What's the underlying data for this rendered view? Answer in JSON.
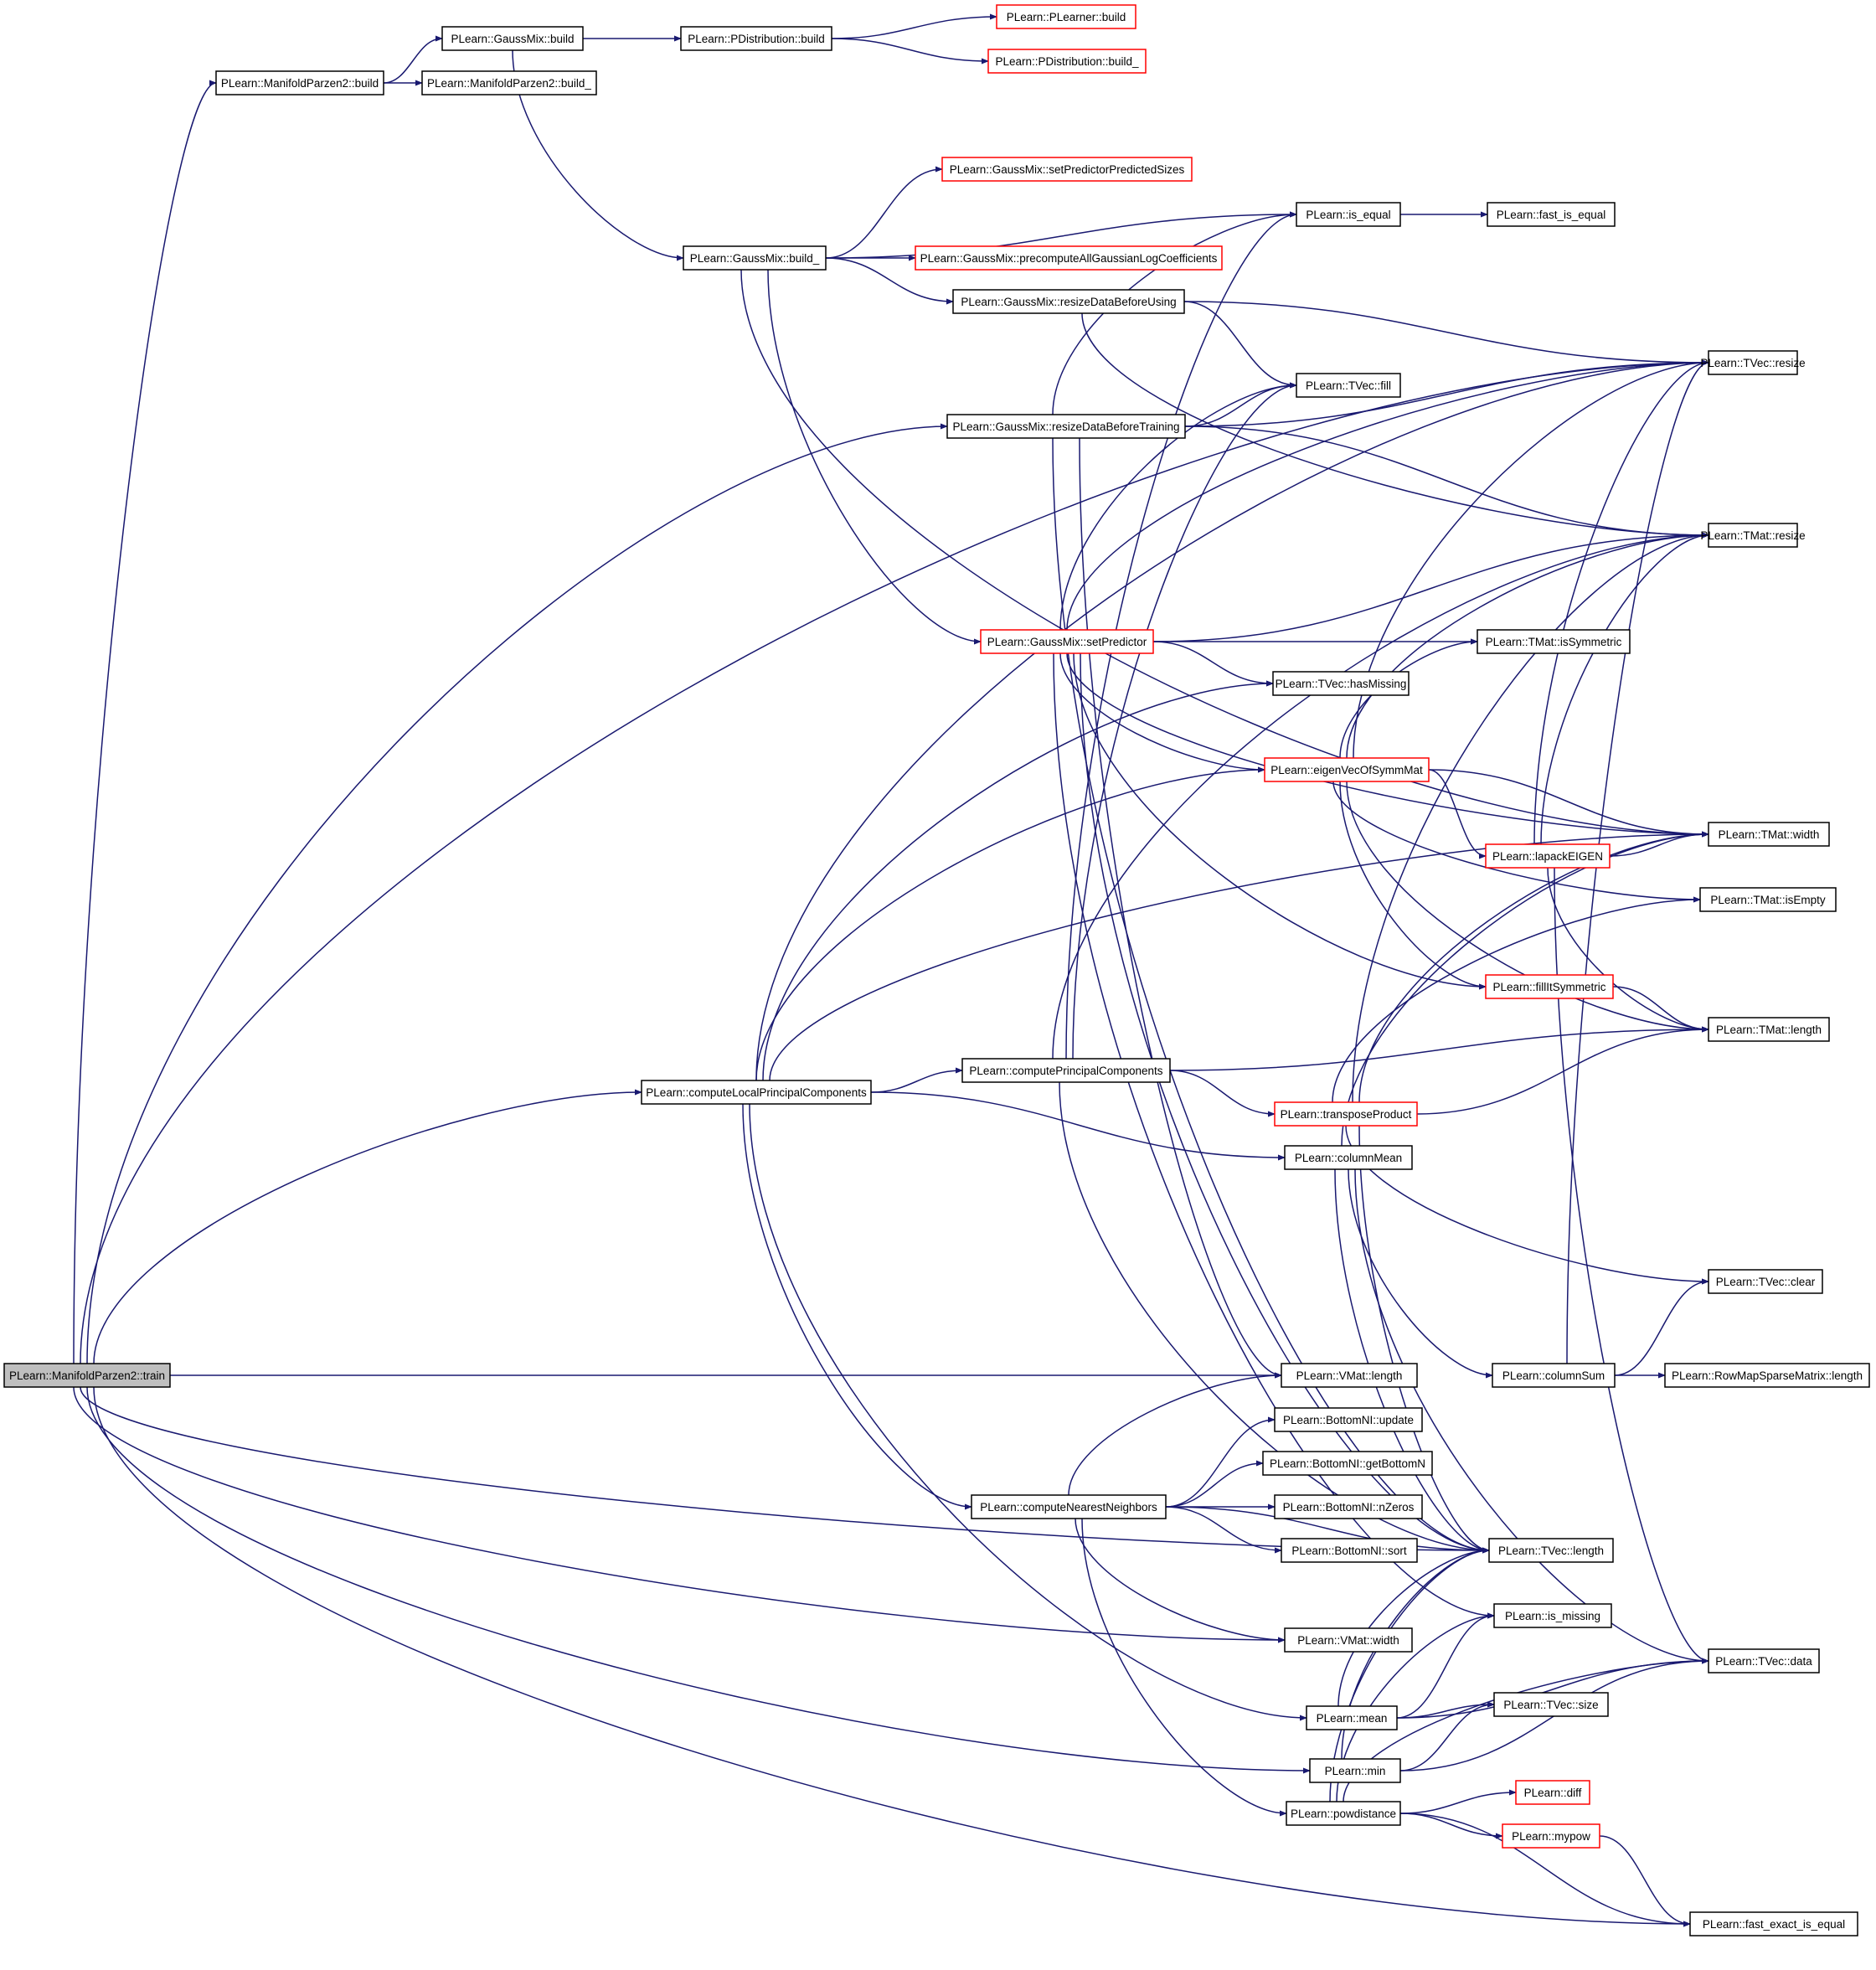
{
  "diagram": {
    "type": "call-graph",
    "root": "train",
    "colors": {
      "edge": "#191970",
      "node_border_normal": "#000000",
      "node_border_truncated": "#ff0000",
      "node_fill": "#ffffff",
      "root_fill": "#bfbfbf"
    },
    "nodes": [
      {
        "id": "train",
        "label": "PLearn::ManifoldParzen2::train",
        "style": "root"
      },
      {
        "id": "mp2_build",
        "label": "PLearn::ManifoldParzen2::build",
        "style": "normal"
      },
      {
        "id": "mp2_build_",
        "label": "PLearn::ManifoldParzen2::build_",
        "style": "normal"
      },
      {
        "id": "gm_build",
        "label": "PLearn::GaussMix::build",
        "style": "normal"
      },
      {
        "id": "pd_build",
        "label": "PLearn::PDistribution::build",
        "style": "normal"
      },
      {
        "id": "pl_build",
        "label": "PLearn::PLearner::build",
        "style": "truncated"
      },
      {
        "id": "pd_build_",
        "label": "PLearn::PDistribution::build_",
        "style": "truncated"
      },
      {
        "id": "gm_setpps",
        "label": "PLearn::GaussMix::setPredictorPredictedSizes",
        "style": "truncated"
      },
      {
        "id": "gm_build_",
        "label": "PLearn::GaussMix::build_",
        "style": "normal"
      },
      {
        "id": "is_equal",
        "label": "PLearn::is_equal",
        "style": "normal"
      },
      {
        "id": "fast_is_equal",
        "label": "PLearn::fast_is_equal",
        "style": "normal"
      },
      {
        "id": "gm_precomp",
        "label": "PLearn::GaussMix::precomputeAllGaussianLogCoefficients",
        "style": "truncated"
      },
      {
        "id": "gm_rdbu",
        "label": "PLearn::GaussMix::resizeDataBeforeUsing",
        "style": "normal"
      },
      {
        "id": "tvec_resize",
        "label": "PLearn::TVec::resize",
        "style": "normal"
      },
      {
        "id": "tvec_fill",
        "label": "PLearn::TVec::fill",
        "style": "normal"
      },
      {
        "id": "gm_rdbt",
        "label": "PLearn::GaussMix::resizeDataBeforeTraining",
        "style": "normal"
      },
      {
        "id": "tmat_resize",
        "label": "PLearn::TMat::resize",
        "style": "normal"
      },
      {
        "id": "gm_setpred",
        "label": "PLearn::GaussMix::setPredictor",
        "style": "truncated"
      },
      {
        "id": "tmat_issym",
        "label": "PLearn::TMat::isSymmetric",
        "style": "normal"
      },
      {
        "id": "tvec_hasmiss",
        "label": "PLearn::TVec::hasMissing",
        "style": "normal"
      },
      {
        "id": "eigvec",
        "label": "PLearn::eigenVecOfSymmMat",
        "style": "truncated"
      },
      {
        "id": "tmat_width",
        "label": "PLearn::TMat::width",
        "style": "normal"
      },
      {
        "id": "lapack",
        "label": "PLearn::lapackEIGEN",
        "style": "truncated"
      },
      {
        "id": "tmat_isempty",
        "label": "PLearn::TMat::isEmpty",
        "style": "normal"
      },
      {
        "id": "fillsym",
        "label": "PLearn::fillItSymmetric",
        "style": "truncated"
      },
      {
        "id": "tmat_length",
        "label": "PLearn::TMat::length",
        "style": "normal"
      },
      {
        "id": "complpc",
        "label": "PLearn::computeLocalPrincipalComponents",
        "style": "normal"
      },
      {
        "id": "comppc",
        "label": "PLearn::computePrincipalComponents",
        "style": "normal"
      },
      {
        "id": "transprod",
        "label": "PLearn::transposeProduct",
        "style": "truncated"
      },
      {
        "id": "colmean",
        "label": "PLearn::columnMean",
        "style": "normal"
      },
      {
        "id": "tvec_clear",
        "label": "PLearn::TVec::clear",
        "style": "normal"
      },
      {
        "id": "colsum",
        "label": "PLearn::columnSum",
        "style": "normal"
      },
      {
        "id": "rmsm_length",
        "label": "PLearn::RowMapSparseMatrix::length",
        "style": "normal"
      },
      {
        "id": "vmat_length",
        "label": "PLearn::VMat::length",
        "style": "normal"
      },
      {
        "id": "bn_update",
        "label": "PLearn::BottomNI::update",
        "style": "normal"
      },
      {
        "id": "bn_getbottom",
        "label": "PLearn::BottomNI::getBottomN",
        "style": "normal"
      },
      {
        "id": "compnn",
        "label": "PLearn::computeNearestNeighbors",
        "style": "normal"
      },
      {
        "id": "bn_nzeros",
        "label": "PLearn::BottomNI::nZeros",
        "style": "normal"
      },
      {
        "id": "bn_sort",
        "label": "PLearn::BottomNI::sort",
        "style": "normal"
      },
      {
        "id": "tvec_length",
        "label": "PLearn::TVec::length",
        "style": "normal"
      },
      {
        "id": "is_missing",
        "label": "PLearn::is_missing",
        "style": "normal"
      },
      {
        "id": "vmat_width",
        "label": "PLearn::VMat::width",
        "style": "normal"
      },
      {
        "id": "tvec_data",
        "label": "PLearn::TVec::data",
        "style": "normal"
      },
      {
        "id": "mean",
        "label": "PLearn::mean",
        "style": "normal"
      },
      {
        "id": "tvec_size",
        "label": "PLearn::TVec::size",
        "style": "normal"
      },
      {
        "id": "min",
        "label": "PLearn::min",
        "style": "normal"
      },
      {
        "id": "diff",
        "label": "PLearn::diff",
        "style": "truncated"
      },
      {
        "id": "powdist",
        "label": "PLearn::powdistance",
        "style": "normal"
      },
      {
        "id": "mypow",
        "label": "PLearn::mypow",
        "style": "truncated"
      },
      {
        "id": "fast_exact",
        "label": "PLearn::fast_exact_is_equal",
        "style": "normal"
      }
    ],
    "edges": [
      [
        "train",
        "mp2_build"
      ],
      [
        "train",
        "tvec_resize"
      ],
      [
        "train",
        "gm_rdbt"
      ],
      [
        "train",
        "complpc"
      ],
      [
        "train",
        "vmat_length"
      ],
      [
        "train",
        "vmat_width"
      ],
      [
        "train",
        "tvec_length"
      ],
      [
        "train",
        "min"
      ],
      [
        "train",
        "fast_exact"
      ],
      [
        "mp2_build",
        "gm_build"
      ],
      [
        "mp2_build",
        "mp2_build_"
      ],
      [
        "gm_build",
        "pd_build"
      ],
      [
        "gm_build",
        "gm_build_"
      ],
      [
        "pd_build",
        "pl_build"
      ],
      [
        "pd_build",
        "pd_build_"
      ],
      [
        "gm_build_",
        "gm_setpps"
      ],
      [
        "gm_build_",
        "is_equal"
      ],
      [
        "gm_build_",
        "gm_precomp"
      ],
      [
        "gm_build_",
        "gm_rdbu"
      ],
      [
        "gm_build_",
        "gm_setpred"
      ],
      [
        "gm_build_",
        "tmat_width"
      ],
      [
        "is_equal",
        "fast_is_equal"
      ],
      [
        "gm_rdbu",
        "tvec_resize"
      ],
      [
        "gm_rdbu",
        "tvec_fill"
      ],
      [
        "gm_rdbu",
        "tmat_resize"
      ],
      [
        "gm_rdbt",
        "is_equal"
      ],
      [
        "gm_rdbt",
        "tvec_resize"
      ],
      [
        "gm_rdbt",
        "tvec_fill"
      ],
      [
        "gm_rdbt",
        "tmat_resize"
      ],
      [
        "gm_rdbt",
        "vmat_length"
      ],
      [
        "gm_rdbt",
        "tvec_length"
      ],
      [
        "gm_setpred",
        "tvec_fill"
      ],
      [
        "gm_setpred",
        "tvec_resize"
      ],
      [
        "gm_setpred",
        "tmat_resize"
      ],
      [
        "gm_setpred",
        "tmat_issym"
      ],
      [
        "gm_setpred",
        "tvec_hasmiss"
      ],
      [
        "gm_setpred",
        "eigvec"
      ],
      [
        "gm_setpred",
        "tmat_width"
      ],
      [
        "gm_setpred",
        "fillsym"
      ],
      [
        "gm_setpred",
        "tvec_length"
      ],
      [
        "gm_setpred",
        "is_missing"
      ],
      [
        "eigvec",
        "tmat_issym"
      ],
      [
        "eigvec",
        "tmat_resize"
      ],
      [
        "eigvec",
        "tmat_width"
      ],
      [
        "eigvec",
        "lapack"
      ],
      [
        "eigvec",
        "tmat_isempty"
      ],
      [
        "eigvec",
        "fillsym"
      ],
      [
        "eigvec",
        "tmat_length"
      ],
      [
        "eigvec",
        "tvec_resize"
      ],
      [
        "lapack",
        "tmat_width"
      ],
      [
        "lapack",
        "tvec_resize"
      ],
      [
        "lapack",
        "tmat_resize"
      ],
      [
        "lapack",
        "tmat_length"
      ],
      [
        "lapack",
        "tvec_data"
      ],
      [
        "fillsym",
        "tmat_length"
      ],
      [
        "complpc",
        "comppc"
      ],
      [
        "complpc",
        "colmean"
      ],
      [
        "complpc",
        "tvec_resize"
      ],
      [
        "complpc",
        "tvec_hasmiss"
      ],
      [
        "complpc",
        "tmat_width"
      ],
      [
        "complpc",
        "compnn"
      ],
      [
        "complpc",
        "mean"
      ],
      [
        "complpc",
        "eigvec"
      ],
      [
        "comppc",
        "transprod"
      ],
      [
        "comppc",
        "tmat_length"
      ],
      [
        "comppc",
        "tmat_resize"
      ],
      [
        "comppc",
        "tvec_length"
      ],
      [
        "comppc",
        "is_equal"
      ],
      [
        "comppc",
        "tvec_fill"
      ],
      [
        "transprod",
        "tmat_width"
      ],
      [
        "transprod",
        "tmat_isempty"
      ],
      [
        "transprod",
        "tmat_length"
      ],
      [
        "transprod",
        "tvec_clear"
      ],
      [
        "transprod",
        "tmat_resize"
      ],
      [
        "transprod",
        "tvec_length"
      ],
      [
        "colmean",
        "tvec_length"
      ],
      [
        "colmean",
        "tmat_width"
      ],
      [
        "colmean",
        "colsum"
      ],
      [
        "colmean",
        "tvec_data"
      ],
      [
        "colsum",
        "tvec_resize"
      ],
      [
        "colsum",
        "tvec_clear"
      ],
      [
        "colsum",
        "rmsm_length"
      ],
      [
        "compnn",
        "vmat_length"
      ],
      [
        "compnn",
        "bn_update"
      ],
      [
        "compnn",
        "bn_getbottom"
      ],
      [
        "compnn",
        "bn_nzeros"
      ],
      [
        "compnn",
        "bn_sort"
      ],
      [
        "compnn",
        "tvec_length"
      ],
      [
        "compnn",
        "vmat_width"
      ],
      [
        "compnn",
        "powdist"
      ],
      [
        "mean",
        "tvec_length"
      ],
      [
        "mean",
        "is_missing"
      ],
      [
        "mean",
        "tvec_size"
      ],
      [
        "mean",
        "tvec_data"
      ],
      [
        "min",
        "tvec_size"
      ],
      [
        "min",
        "tvec_length"
      ],
      [
        "min",
        "tvec_data"
      ],
      [
        "powdist",
        "diff"
      ],
      [
        "powdist",
        "mypow"
      ],
      [
        "powdist",
        "fast_exact"
      ],
      [
        "powdist",
        "tvec_length"
      ],
      [
        "powdist",
        "is_missing"
      ],
      [
        "powdist",
        "tvec_data"
      ],
      [
        "mypow",
        "fast_exact"
      ]
    ]
  }
}
